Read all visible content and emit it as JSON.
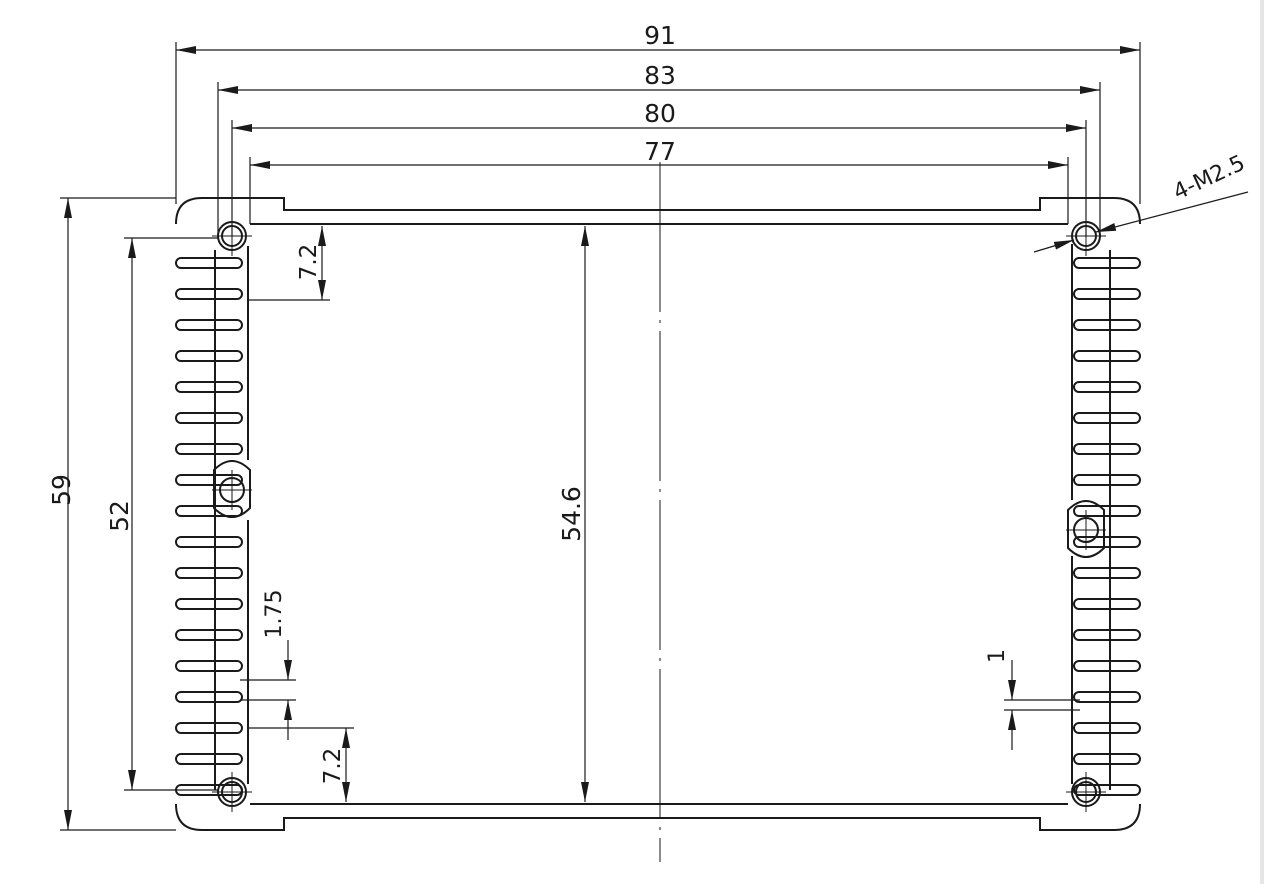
{
  "drawing": {
    "dimensions": {
      "overall_width": "91",
      "hole_span_outer": "83",
      "hole_span_inner": "80",
      "inner_width": "77",
      "overall_height": "59",
      "hole_vertical_span": "52",
      "inner_height": "54.6",
      "fin_offset_top": "7.2",
      "fin_offset_bottom": "7.2",
      "fin_pitch": "1.75",
      "fin_thickness": "1",
      "hole_callout": "4-M2.5"
    },
    "colors": {
      "line": "#1a1a1a",
      "background": "#ffffff"
    }
  }
}
